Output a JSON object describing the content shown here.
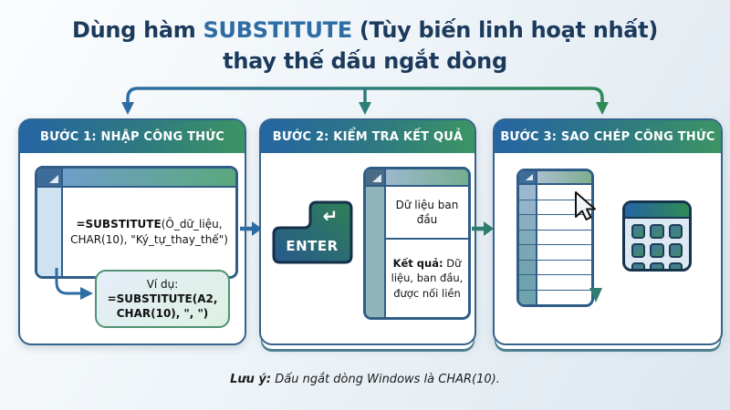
{
  "page": {
    "title": {
      "prefix": "Dùng hàm ",
      "highlight": "SUBSTITUTE",
      "suffix": " (Tùy biến linh hoạt nhất)",
      "line2": "thay thế dấu ngắt dòng"
    },
    "footer": {
      "label": "Lưu ý:",
      "text": " Dấu ngắt dòng Windows là CHAR(10)."
    }
  },
  "steps": {
    "step1": {
      "header": "BƯỚC 1: NHẬP CÔNG THỨC",
      "formula": {
        "bold": "=SUBSTITUTE",
        "line1_rest": "(Ô_dữ_liệu,",
        "line2": "CHAR(10), \"Ký_tự_thay_thế\")"
      },
      "example": {
        "label": "Ví dụ:",
        "line1": "=SUBSTITUTE(A2,",
        "line2": "CHAR(10), \", \")"
      }
    },
    "step2": {
      "header": "BƯỚC 2: KIỂM TRA KẾT QUẢ",
      "enter_key": {
        "label": "ENTER",
        "icon": "↵"
      },
      "sheet": {
        "cell_original": "Dữ liệu ban đầu",
        "result_label": "Kết quả:",
        "result_text": " Dữ liệu, ban đầu, được nối liền"
      }
    },
    "step3": {
      "header": "BƯỚC 3: SAO CHÉP CÔNG THỨC"
    }
  },
  "colors": {
    "title_navy": "#1b3a5c",
    "title_highlight_blue": "#2e6da4",
    "step_header_gradient_start": "#2565a3",
    "step_header_gradient_end": "#3c9464",
    "sheet_border_navy": "#2f5d87",
    "arrow_blue": "#2e6da4",
    "arrow_teal": "#2e7d6e",
    "arrow_green": "#2f8a55",
    "enter_key_gradient_start": "#27598e",
    "enter_key_gradient_end": "#2f8055",
    "background_light": "#eef4f8"
  }
}
